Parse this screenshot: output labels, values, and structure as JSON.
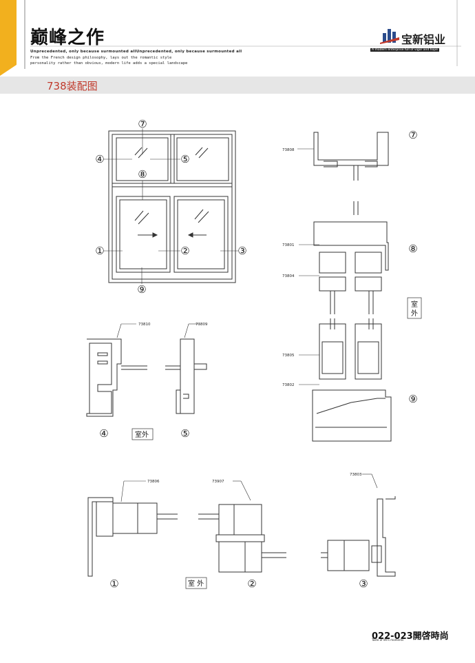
{
  "header": {
    "title": "巅峰之作",
    "subtitle_line1": "Unprecedented, only because surmounted allUnprecedented, only because surmounted all",
    "subtitle_line2": "From the French design philosophy, lays out the romantic style",
    "subtitle_line3": "personality rather than obvious, modern life adds a special landscape",
    "brand_name": "宝新铝业",
    "brand_tagline": "A modern enterprise full of vigor and hope"
  },
  "section": {
    "title": "738装配图"
  },
  "diagram": {
    "callouts": {
      "c1": "①",
      "c2": "②",
      "c3": "③",
      "c4": "④",
      "c5": "⑤",
      "c7": "⑦",
      "c8": "⑧",
      "c9": "⑨"
    },
    "part_codes": {
      "p73808": "73808",
      "p73801": "73801",
      "p73804": "73804",
      "p73805": "73805",
      "p73802": "73802",
      "p73810": "73810",
      "p73809": "73809",
      "p73806": "73806",
      "p73907": "73907",
      "p73803": "73803"
    },
    "outside_label": "室外",
    "outside_label_vertical": [
      "室",
      "外"
    ],
    "outside_label_spaced": "室  外"
  },
  "footer": {
    "page": "022-023開啓時尚",
    "sub": "Taste of life's moments"
  },
  "colors": {
    "accent_yellow": "#f2b01e",
    "section_red": "#c0392b",
    "band_gray": "#e6e6e6",
    "line": "#333333"
  }
}
